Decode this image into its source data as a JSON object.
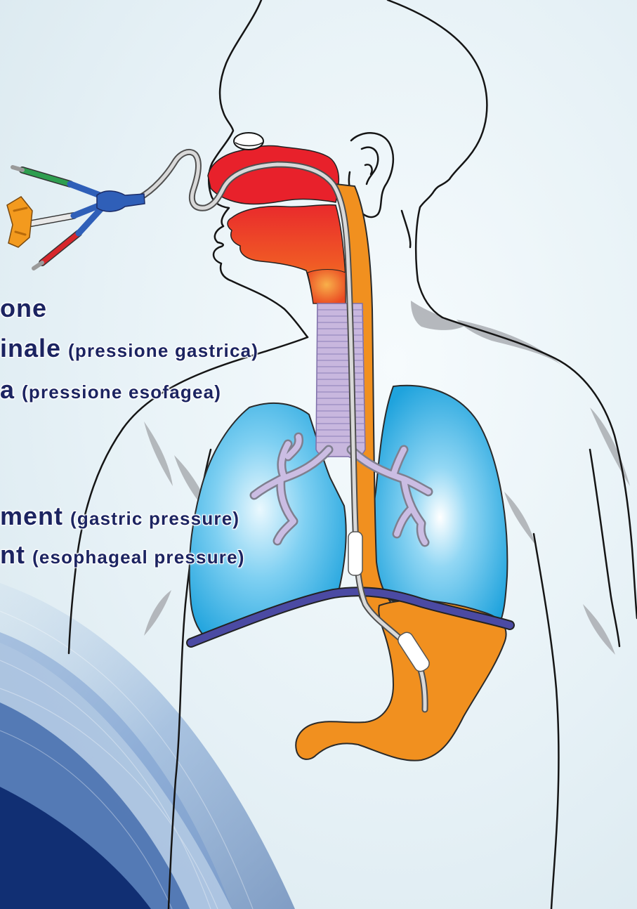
{
  "labels": [
    {
      "main": "one"
    },
    {
      "main": "inale",
      "sub": "(pressione gastrica)"
    },
    {
      "main": "a",
      "sub": "(pressione esofagea)"
    },
    {
      "main": "ment",
      "sub": "(gastric pressure)"
    },
    {
      "main": "nt",
      "sub": "(esophageal pressure)"
    }
  ],
  "colors": {
    "text": "#1c2461",
    "stomach": "#f1901f",
    "nasal": "#e8212b",
    "trachea": "#c8b7de",
    "diaphragm": "#4b4aa3",
    "catheter": "#d9d9d9"
  }
}
